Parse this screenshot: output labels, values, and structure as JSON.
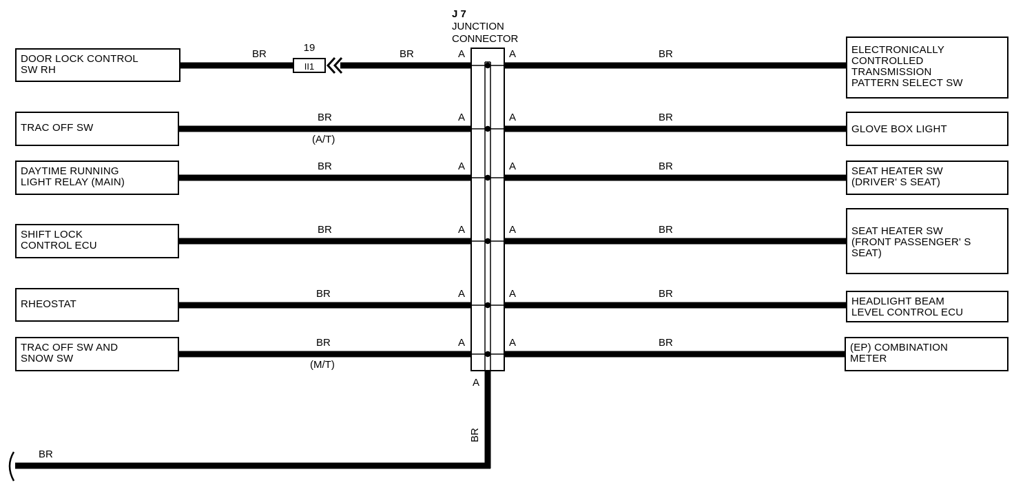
{
  "junction": {
    "code": "J 7",
    "name_line1": "JUNCTION",
    "name_line2": "CONNECTOR",
    "pin": "A"
  },
  "connector": {
    "number": "19",
    "code": "II1"
  },
  "left_components": [
    {
      "label": "DOOR LOCK CONTROL\nSW RH",
      "wire": "BR",
      "note": ""
    },
    {
      "label": "TRAC OFF SW",
      "wire": "BR",
      "note": "(A/T)"
    },
    {
      "label": "DAYTIME RUNNING\nLIGHT RELAY (MAIN)",
      "wire": "BR",
      "note": ""
    },
    {
      "label": "SHIFT LOCK\nCONTROL ECU",
      "wire": "BR",
      "note": ""
    },
    {
      "label": "RHEOSTAT",
      "wire": "BR",
      "note": ""
    },
    {
      "label": "TRAC OFF SW AND\nSNOW SW",
      "wire": "BR",
      "note": "(M/T)"
    }
  ],
  "right_components": [
    {
      "label": "ELECTRONICALLY\nCONTROLLED\nTRANSMISSION\nPATTERN SELECT SW",
      "wire": "BR"
    },
    {
      "label": "GLOVE BOX LIGHT",
      "wire": "BR"
    },
    {
      "label": "SEAT HEATER SW\n(DRIVER' S SEAT)",
      "wire": "BR"
    },
    {
      "label": "SEAT HEATER SW\n(FRONT PASSENGER' S\n SEAT)",
      "wire": "BR"
    },
    {
      "label": "HEADLIGHT BEAM\nLEVEL CONTROL ECU",
      "wire": "BR"
    },
    {
      "label": "(EP)       COMBINATION\n                METER",
      "wire": "BR"
    }
  ],
  "first_wire_second_label": "BR",
  "ground": {
    "vertical_wire": "BR",
    "horizontal_wire": "BR",
    "pin": "A"
  },
  "colors": {
    "line": "#000000",
    "background": "#ffffff"
  }
}
